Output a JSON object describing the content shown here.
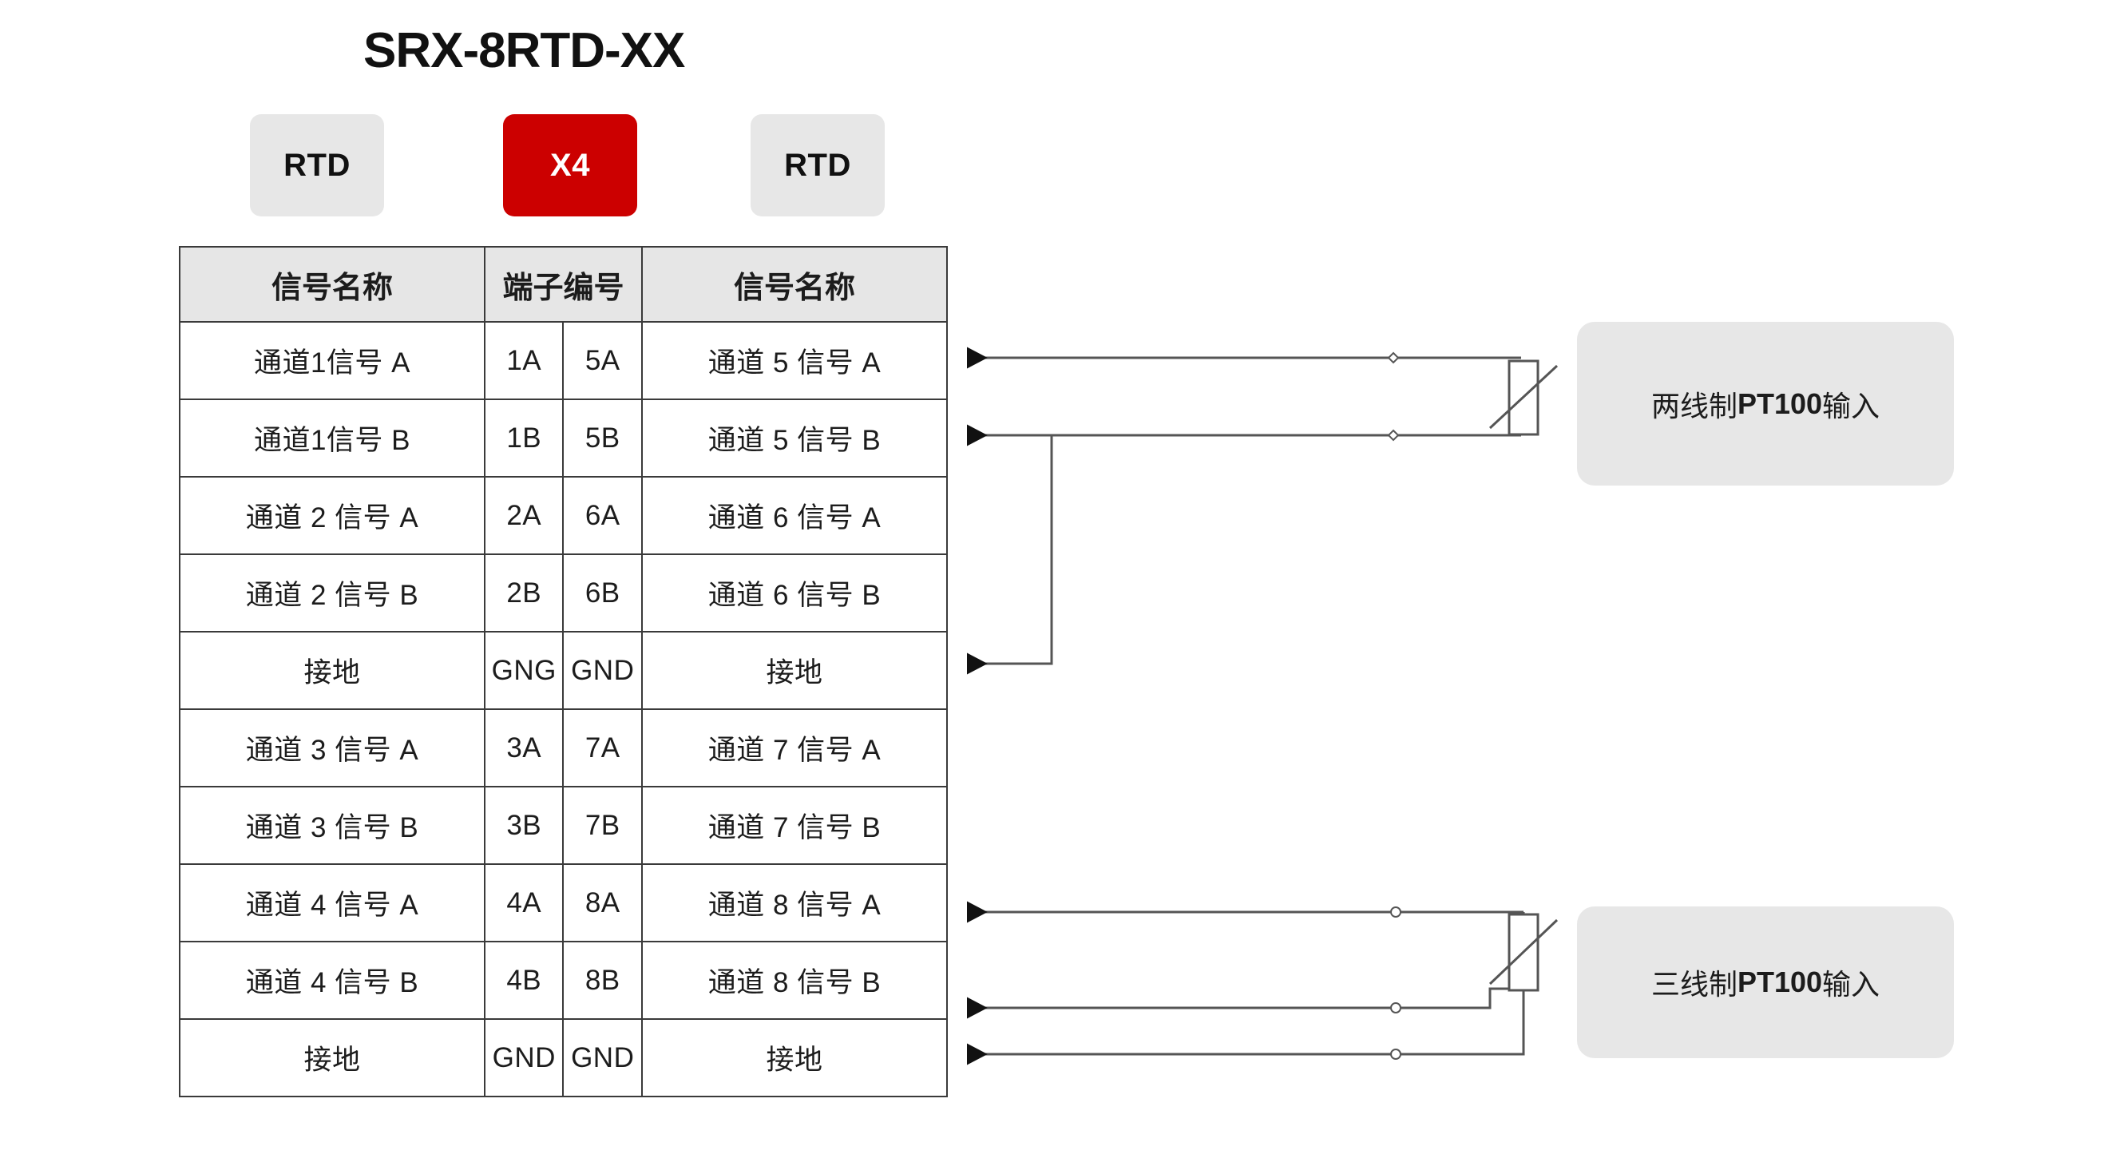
{
  "title": "SRX-8RTD-XX",
  "badges": [
    {
      "label": "RTD",
      "kind": "grey"
    },
    {
      "label": "X4",
      "kind": "red",
      "color": "#cc0000"
    },
    {
      "label": "RTD",
      "kind": "grey"
    }
  ],
  "table": {
    "headers": {
      "left_signal": "信号名称",
      "terminal": "端子编号",
      "right_signal": "信号名称"
    },
    "rows": [
      {
        "left_signal": "通道1信号 A",
        "left_terminal": "1A",
        "right_terminal": "5A",
        "right_signal": "通道 5 信号 A"
      },
      {
        "left_signal": "通道1信号 B",
        "left_terminal": "1B",
        "right_terminal": "5B",
        "right_signal": "通道 5 信号 B"
      },
      {
        "left_signal": "通道 2 信号 A",
        "left_terminal": "2A",
        "right_terminal": "6A",
        "right_signal": "通道 6 信号 A"
      },
      {
        "left_signal": "通道 2 信号 B",
        "left_terminal": "2B",
        "right_terminal": "6B",
        "right_signal": "通道 6 信号 B"
      },
      {
        "left_signal": "接地",
        "left_terminal": "GNG",
        "right_terminal": "GND",
        "right_signal": "接地"
      },
      {
        "left_signal": "通道 3 信号 A",
        "left_terminal": "3A",
        "right_terminal": "7A",
        "right_signal": "通道 7 信号 A"
      },
      {
        "left_signal": "通道 3 信号 B",
        "left_terminal": "3B",
        "right_terminal": "7B",
        "right_signal": "通道 7 信号 B"
      },
      {
        "left_signal": "通道 4 信号 A",
        "left_terminal": "4A",
        "right_terminal": "8A",
        "right_signal": "通道 8 信号 A"
      },
      {
        "left_signal": "通道 4 信号 B",
        "left_terminal": "4B",
        "right_terminal": "8B",
        "right_signal": "通道 8 信号 B"
      },
      {
        "left_signal": "接地",
        "left_terminal": "GND",
        "right_terminal": "GND",
        "right_signal": "接地"
      }
    ]
  },
  "notes": {
    "two_wire": {
      "prefix": "两线制 ",
      "strong": "PT100",
      "suffix": " 输入"
    },
    "three_wire": {
      "prefix": "三线制 ",
      "strong": "PT100",
      "suffix": " 输入"
    }
  },
  "wiring": {
    "two_wire": {
      "connected_terminals": [
        "5A",
        "5B",
        "GND"
      ],
      "wire_count": 2,
      "sensor": "variable-resistor"
    },
    "three_wire": {
      "connected_terminals": [
        "8A",
        "8B",
        "GND"
      ],
      "wire_count": 3,
      "sensor": "variable-resistor"
    }
  },
  "colors": {
    "accent_red": "#cc0000",
    "badge_grey": "#e7e7e7",
    "table_header_grey": "#e6e6e6",
    "line": "#555555",
    "border": "#3a3a3a"
  }
}
